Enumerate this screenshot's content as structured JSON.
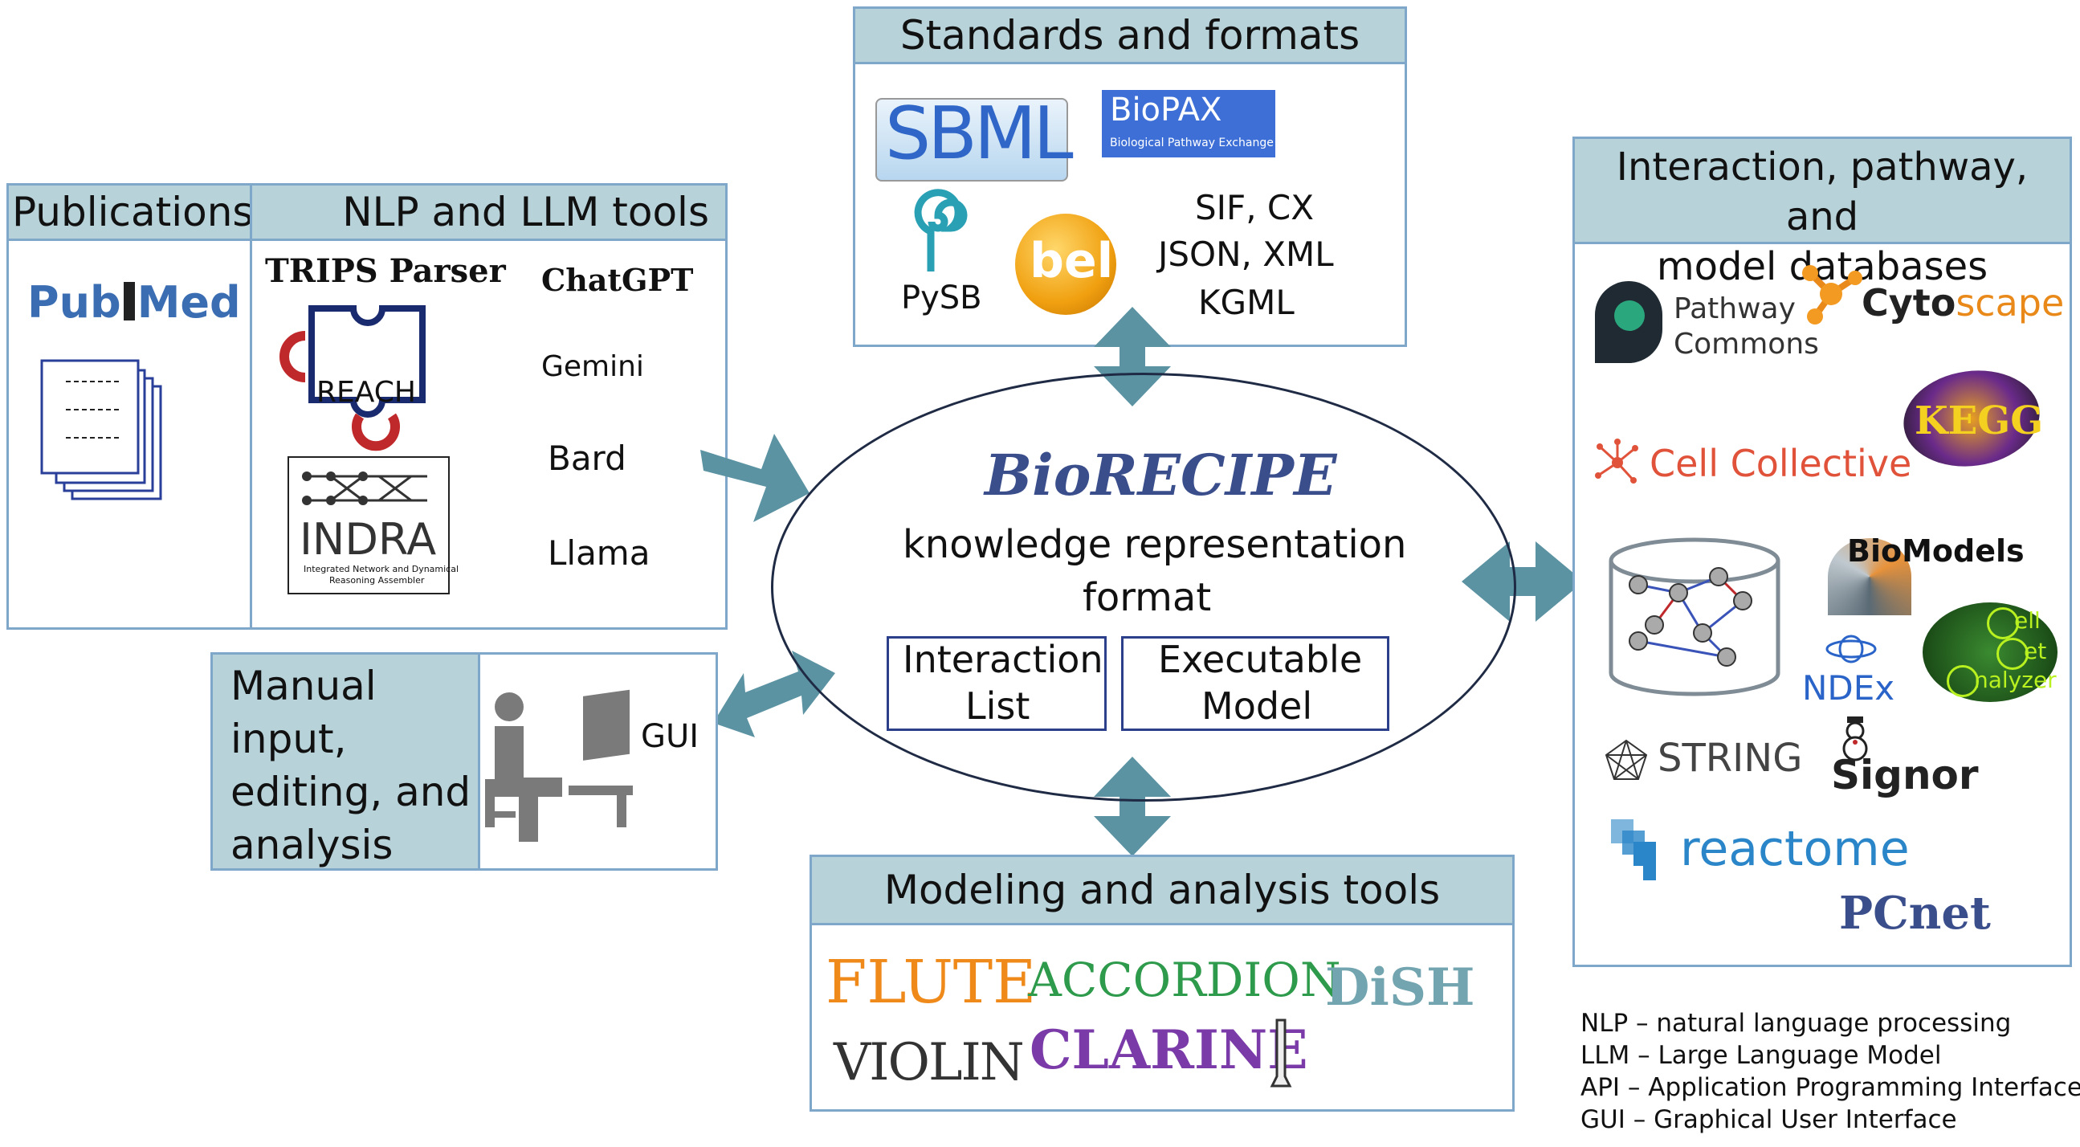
{
  "publications": {
    "header": "Publications",
    "logo_pub": "Pub",
    "logo_med": "Med"
  },
  "nlp": {
    "header": "NLP and LLM tools",
    "trips": "TRIPS Parser",
    "reach": "REACH",
    "indra": "INDRA",
    "indra_sub1": "Integrated Network and Dynamical",
    "indra_sub2": "Reasoning Assembler",
    "llms": [
      "ChatGPT",
      "Gemini",
      "Bard",
      "Llama"
    ]
  },
  "standards": {
    "header": "Standards and formats",
    "sbml": "SBML",
    "biopax": "BioPAX",
    "biopax_sub": "Biological Pathway Exchange",
    "pysb": "PySB",
    "bel": "bel",
    "formats": [
      "SIF, CX",
      "JSON, XML",
      "KGML"
    ]
  },
  "center": {
    "title": "BioRECIPE",
    "line1": "knowledge representation",
    "line2": "format",
    "interaction_1": "Interaction",
    "interaction_2": "List",
    "executable_1": "Executable",
    "executable_2": "Model"
  },
  "manual": {
    "lines": [
      "Manual",
      "input,",
      "editing, and",
      "analysis"
    ],
    "gui": "GUI"
  },
  "modeling": {
    "header": "Modeling and analysis tools",
    "flute": "FLUTE",
    "accordion": "ACCORDION",
    "dish": "DiSH",
    "violin": "VIOLIN",
    "clarinet": "CLARINE"
  },
  "databases": {
    "header_1": "Interaction, pathway, and",
    "header_2": "model databases",
    "pc_1": "Pathway",
    "pc_2": "Commons",
    "cyto_a": "Cyto",
    "cyto_b": "scape",
    "kegg": "KEGG",
    "cell_collective": "Cell Collective",
    "biomodels": "BioModels",
    "ndex": "NDEx",
    "cna": [
      "ell",
      "et",
      "nalyzer"
    ],
    "string": "STRING",
    "signor": "Signor",
    "reactome": "reactome",
    "pcnet": "PCnet"
  },
  "legend": [
    "NLP – natural language processing",
    "LLM – Large Language Model",
    "API – Application Programming Interface",
    "GUI – Graphical User Interface"
  ],
  "colors": {
    "header_fill": "#b7d2d9",
    "box_border": "#7fa7c9",
    "arrow": "#5b93a3",
    "ellipse_border": "#1f2a44",
    "inner_box_border": "#2b3f8a"
  }
}
